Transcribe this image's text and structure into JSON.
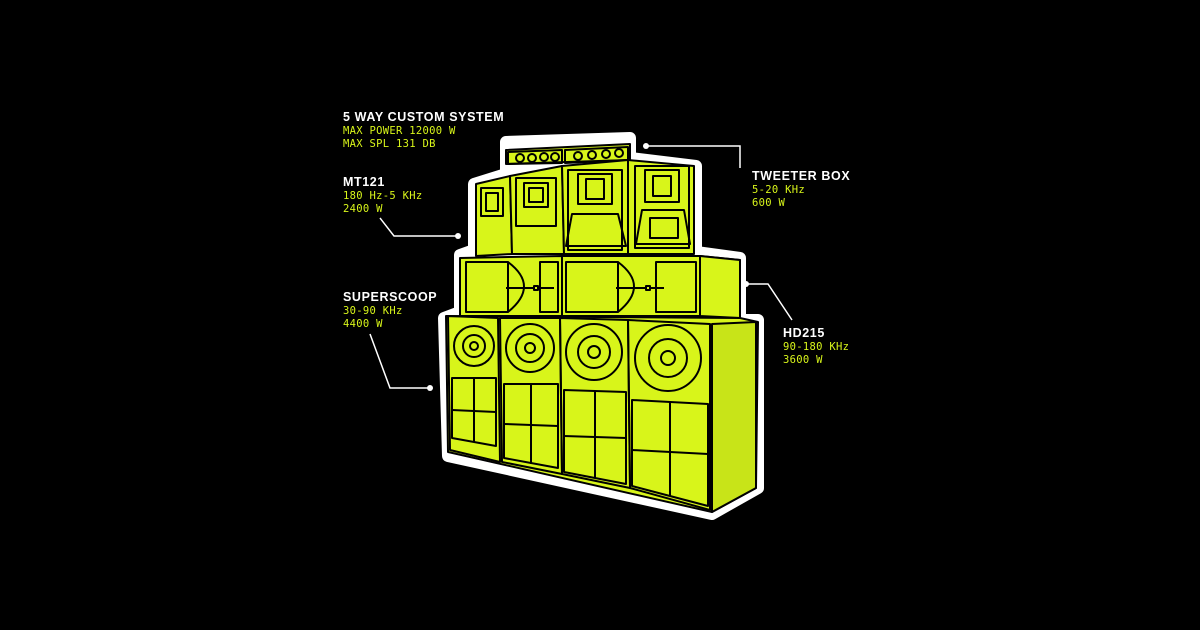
{
  "colors": {
    "background": "#000000",
    "speaker_fill": "#d8f51a",
    "outline": "#000000",
    "sticker_border": "#ffffff",
    "label_title": "#ffffff",
    "label_value": "#d8f51a"
  },
  "labels": {
    "system": {
      "title": "5 WAY CUSTOM SYSTEM",
      "line1": "MAX POWER 12000 W",
      "line2": "MAX SPL 131 DB"
    },
    "mt121": {
      "title": "MT121",
      "line1": "180 Hz-5 KHz",
      "line2": "2400 W"
    },
    "superscoop": {
      "title": "SUPERSCOOP",
      "line1": "30-90 KHz",
      "line2": "4400 W"
    },
    "tweeter": {
      "title": "TWEETER BOX",
      "line1": "5-20 KHz",
      "line2": "600 W"
    },
    "hd215": {
      "title": "HD215",
      "line1": "90-180 KHz",
      "line2": "3600 W"
    }
  }
}
